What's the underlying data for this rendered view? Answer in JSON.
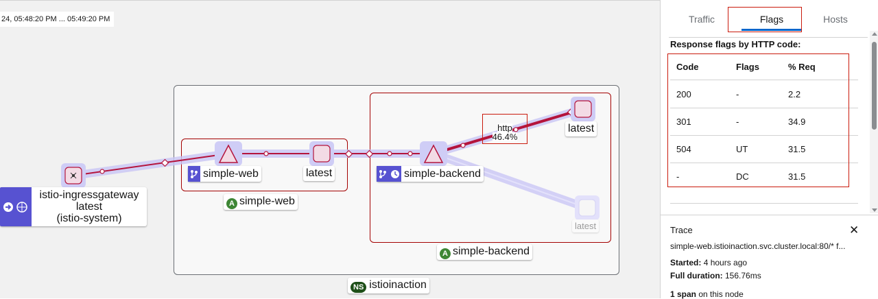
{
  "graph": {
    "time_range": "24, 05:48:20 PM ... 05:49:20 PM",
    "namespace": {
      "badge": "NS",
      "name": "istioinaction"
    },
    "apps": [
      {
        "badge": "A",
        "name": "simple-web"
      },
      {
        "badge": "A",
        "name": "simple-backend"
      }
    ],
    "nodes": {
      "gateway": {
        "line1": "istio-ingressgateway",
        "line2": "latest",
        "line3": "(istio-system)"
      },
      "simple_web_service": "simple-web",
      "simple_web_version": "latest",
      "simple_backend_service": "simple-backend",
      "backend_latest_1": "latest",
      "backend_latest_2": "latest"
    },
    "edge_label": {
      "protocol": "http",
      "percent": "46.4%"
    }
  },
  "panel": {
    "tabs": [
      "Traffic",
      "Flags",
      "Hosts"
    ],
    "active_tab": "Flags",
    "flags_title": "Response flags by HTTP code:",
    "table": {
      "headers": [
        "Code",
        "Flags",
        "% Req"
      ],
      "rows": [
        {
          "code": "200",
          "flags": "-",
          "req": "2.2"
        },
        {
          "code": "301",
          "flags": "-",
          "req": "34.9"
        },
        {
          "code": "504",
          "flags": "UT",
          "req": "31.5"
        },
        {
          "code": "-",
          "flags": "DC",
          "req": "31.5"
        }
      ]
    },
    "trace": {
      "title": "Trace",
      "path": "simple-web.istioinaction.svc.cluster.local:80/* f...",
      "started_label": "Started:",
      "started_value": "4 hours ago",
      "duration_label": "Full duration:",
      "duration_value": "156.76ms",
      "spans_count": "1 span",
      "spans_suffix": "on this node"
    }
  },
  "colors": {
    "accent": "#06c",
    "edge": "#b4143c",
    "highlight_frame": "#c9190b",
    "node_purple": "#5752d1"
  }
}
